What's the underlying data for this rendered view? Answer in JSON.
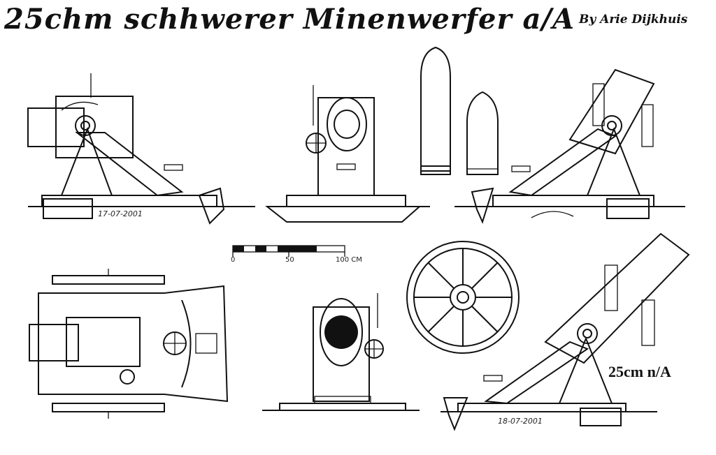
{
  "title": "25chm schhwerer Minenwerfer a/A",
  "author": "By Arie Dijkhuis",
  "variant_label": "25cm n/A",
  "dates": {
    "side_view_left": "17-07-2001",
    "side_view_bottom": "18-07-2001"
  },
  "scale_bar": {
    "tick_0": "0",
    "tick_50": "50",
    "tick_100": "100 CM"
  },
  "views": [
    "side-view-left",
    "front-view",
    "projectile-long",
    "projectile-short",
    "side-view-right",
    "top-view",
    "rear-view",
    "wheel-view",
    "side-view-raised"
  ]
}
